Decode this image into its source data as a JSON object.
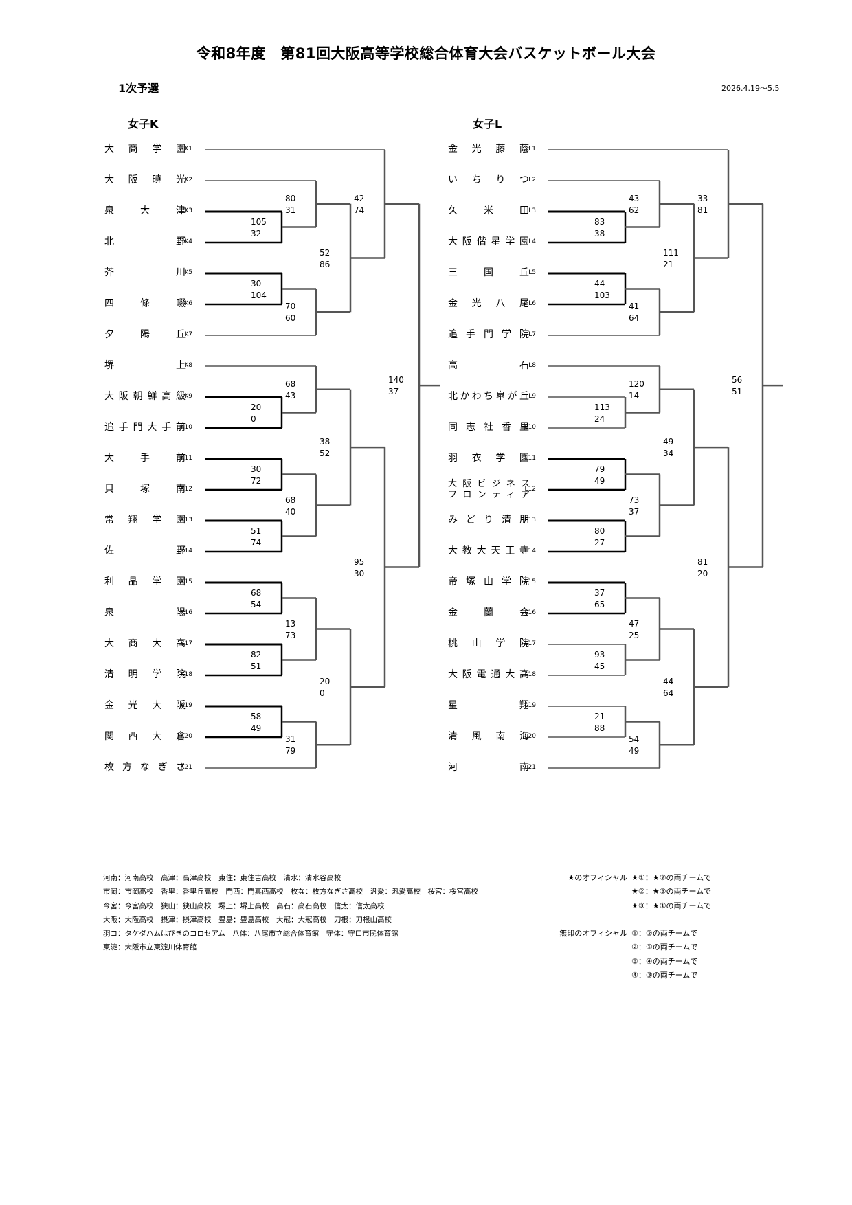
{
  "title": "令和8年度　第81回大阪高等学校総合体育大会バスケットボール大会",
  "subtitle": "1次予選",
  "dates": "2026.4.19～5.5",
  "divisions": [
    {
      "name": "女子K",
      "teams": [
        {
          "code": "K1",
          "name": "大 商 学 園"
        },
        {
          "code": "K2",
          "name": "大 阪 暁 光"
        },
        {
          "code": "K3",
          "name": "泉 大 津"
        },
        {
          "code": "K4",
          "name": "北 野"
        },
        {
          "code": "K5",
          "name": "芥 川"
        },
        {
          "code": "K6",
          "name": "四 條 畷"
        },
        {
          "code": "K7",
          "name": "夕 陽 丘"
        },
        {
          "code": "K8",
          "name": "堺 上"
        },
        {
          "code": "K9",
          "name": "大阪朝鮮高級"
        },
        {
          "code": "K10",
          "name": "追手門大手前"
        },
        {
          "code": "K11",
          "name": "大 手 前"
        },
        {
          "code": "K12",
          "name": "貝 塚 南"
        },
        {
          "code": "K13",
          "name": "常 翔 学 園"
        },
        {
          "code": "K14",
          "name": "佐 野"
        },
        {
          "code": "K15",
          "name": "利 晶 学 園"
        },
        {
          "code": "K16",
          "name": "泉 陽"
        },
        {
          "code": "K17",
          "name": "大 商 大 高"
        },
        {
          "code": "K18",
          "name": "清 明 学 院"
        },
        {
          "code": "K19",
          "name": "金 光 大 阪"
        },
        {
          "code": "K20",
          "name": "関 西 大 倉"
        },
        {
          "code": "K21",
          "name": "枚方なぎさ"
        }
      ],
      "scores": [
        "105",
        "32",
        "30",
        "104",
        "20",
        "0",
        "30",
        "72",
        "51",
        "74",
        "68",
        "54",
        "82",
        "51",
        "58",
        "49",
        "80",
        "31",
        "70",
        "60",
        "68",
        "43",
        "68",
        "40",
        "13",
        "73",
        "31",
        "79",
        "52",
        "86",
        "38",
        "52",
        "20",
        "0",
        "42",
        "74",
        "95",
        "30",
        "140",
        "37"
      ]
    },
    {
      "name": "女子L",
      "teams": [
        {
          "code": "L1",
          "name": "金 光 藤 蔭"
        },
        {
          "code": "L2",
          "name": "い ち り つ"
        },
        {
          "code": "L3",
          "name": "久 米 田"
        },
        {
          "code": "L4",
          "name": "大阪偕星学園"
        },
        {
          "code": "L5",
          "name": "三 国 丘"
        },
        {
          "code": "L6",
          "name": "金 光 八 尾"
        },
        {
          "code": "L7",
          "name": "追手門学院"
        },
        {
          "code": "L8",
          "name": "高 石"
        },
        {
          "code": "L9",
          "name": "北かわち皐が丘"
        },
        {
          "code": "L10",
          "name": "同志社香里"
        },
        {
          "code": "L11",
          "name": "羽 衣 学 園"
        },
        {
          "code": "L12",
          "name": "大阪ビジネスフロンティア"
        },
        {
          "code": "L13",
          "name": "みどり清朋"
        },
        {
          "code": "L14",
          "name": "大教大天王寺"
        },
        {
          "code": "L15",
          "name": "帝塚山学院"
        },
        {
          "code": "L16",
          "name": "金 蘭 会"
        },
        {
          "code": "L17",
          "name": "桃 山 学 院"
        },
        {
          "code": "L18",
          "name": "大阪電通大高"
        },
        {
          "code": "L19",
          "name": "星 翔"
        },
        {
          "code": "L20",
          "name": "清 風 南 海"
        },
        {
          "code": "L21",
          "name": "河 南"
        }
      ],
      "team12_lines": [
        "大阪ビジネス",
        "フロンティア"
      ],
      "scores": [
        "83",
        "38",
        "44",
        "103",
        "113",
        "24",
        "79",
        "49",
        "80",
        "27",
        "37",
        "65",
        "93",
        "45",
        "21",
        "88",
        "43",
        "62",
        "41",
        "64",
        "120",
        "14",
        "73",
        "37",
        "47",
        "25",
        "54",
        "49",
        "111",
        "21",
        "49",
        "34",
        "44",
        "64",
        "33",
        "81",
        "81",
        "20",
        "56",
        "51"
      ]
    }
  ],
  "legend": [
    "河南：河南高校　高津：高津高校　東住：東住吉高校　清水：清水谷高校",
    "市岡：市岡高校　香里：香里丘高校　門西：門真西高校　枚な：枚方なぎさ高校　汎愛：汎愛高校　桜宮：桜宮高校",
    "今宮：今宮高校　狭山：狭山高校　堺上：堺上高校　高石：高石高校　信太：信太高校",
    "大阪：大阪高校　摂津：摂津高校　豊島：豊島高校　大冠：大冠高校　刀根：刀根山高校",
    "羽コ：タケダハムはびきのコロセアム　八体：八尾市立総合体育館　守体：守口市民体育館",
    "東淀：大阪市立東淀川体育館"
  ],
  "officials_star": {
    "label": "★のオフィシャル",
    "lines": [
      "★①：★②の両チームで",
      "★②：★③の両チームで",
      "★③：★①の両チームで"
    ]
  },
  "officials_plain": {
    "label": "無印のオフィシャル",
    "lines": [
      "①：②の両チームで",
      "②：①の両チームで",
      "③：④の両チームで",
      "④：③の両チームで"
    ]
  }
}
